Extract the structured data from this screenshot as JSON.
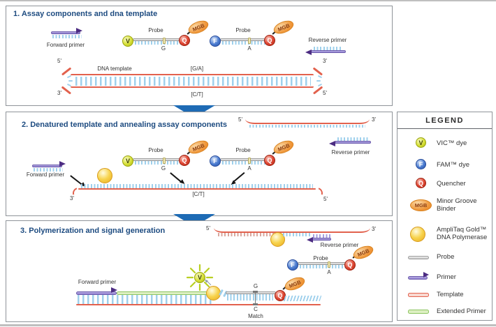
{
  "panel1": {
    "title": "1. Assay components and dna template",
    "forward_primer_label": "Forward primer",
    "reverse_primer_label": "Reverse primer",
    "probe_vic": {
      "label": "Probe",
      "dye": "V",
      "allele": "G",
      "quencher": "Q",
      "mgb": "MGB"
    },
    "probe_fam": {
      "label": "Probe",
      "dye": "F",
      "allele": "A",
      "quencher": "Q",
      "mgb": "MGB"
    },
    "template": {
      "label": "DNA template",
      "allele_top": "[G/A]",
      "allele_bottom": "[C/T]",
      "end_top_left": "5'",
      "end_bottom_left": "3'",
      "end_top_right": "3'",
      "end_bottom_right": "5'"
    }
  },
  "panel2": {
    "title": "2. Denatured template and annealing assay components",
    "top_strand": {
      "end_left": "5'",
      "end_right": "3'"
    },
    "reverse_primer_label": "Reverse primer",
    "forward_primer_label": "Forward primer",
    "probe_vic": {
      "label": "Probe",
      "dye": "V",
      "allele": "G",
      "quencher": "Q",
      "mgb": "MGB"
    },
    "probe_fam": {
      "label": "Probe",
      "dye": "F",
      "allele": "A",
      "quencher": "Q",
      "mgb": "MGB"
    },
    "template": {
      "end_left": "3'",
      "end_right": "5'",
      "allele_bottom": "[C/T]"
    }
  },
  "panel3": {
    "title": "3. Polymerization and signal generation",
    "top_strand": {
      "end_left": "5'",
      "end_right": "3'"
    },
    "reverse_primer_label": "Reverse primer",
    "forward_primer_label": "Forward primer",
    "probe_fam": {
      "label": "Probe",
      "dye": "F",
      "allele": "A",
      "quencher": "Q",
      "mgb": "MGB"
    },
    "released_dye": "V",
    "cleaved_probe": {
      "quencher": "Q",
      "mgb": "MGB"
    },
    "match": {
      "top_base": "G",
      "bottom_base": "C",
      "label": "Match"
    }
  },
  "legend": {
    "title": "LEGEND",
    "items": [
      {
        "icon": "vic-dye-icon",
        "glyph": "V",
        "label": "VIC™ dye"
      },
      {
        "icon": "fam-dye-icon",
        "glyph": "F",
        "label": "FAM™ dye"
      },
      {
        "icon": "quencher-icon",
        "glyph": "Q",
        "label": "Quencher"
      },
      {
        "icon": "mgb-icon",
        "glyph": "MGB",
        "label": "Minor Groove Binder"
      },
      {
        "icon": "polymerase-icon",
        "glyph": "",
        "label": "AmpliTaq Gold™ DNA Polymerase"
      },
      {
        "icon": "probe-icon",
        "glyph": "",
        "label": "Probe"
      },
      {
        "icon": "primer-icon",
        "glyph": "",
        "label": "Primer"
      },
      {
        "icon": "template-icon",
        "glyph": "",
        "label": "Template"
      },
      {
        "icon": "extended-primer-icon",
        "glyph": "",
        "label": "Extended Primer"
      }
    ]
  },
  "colors": {
    "accent_blue": "#1e6bb5",
    "title_blue": "#1d4b80",
    "template_red": "#e2614d",
    "probe_gray": "#c9c9c9",
    "primer_purple": "#8f7fd0",
    "extended_green": "#8cc460",
    "tooth_blue": "#9fd0ec",
    "vic_yellow": "#d6df35",
    "fam_blue": "#3f6fc4",
    "quencher_red": "#d6311f",
    "mgb_orange": "#f09a3e",
    "polymerase_gold": "#f3c93f"
  }
}
